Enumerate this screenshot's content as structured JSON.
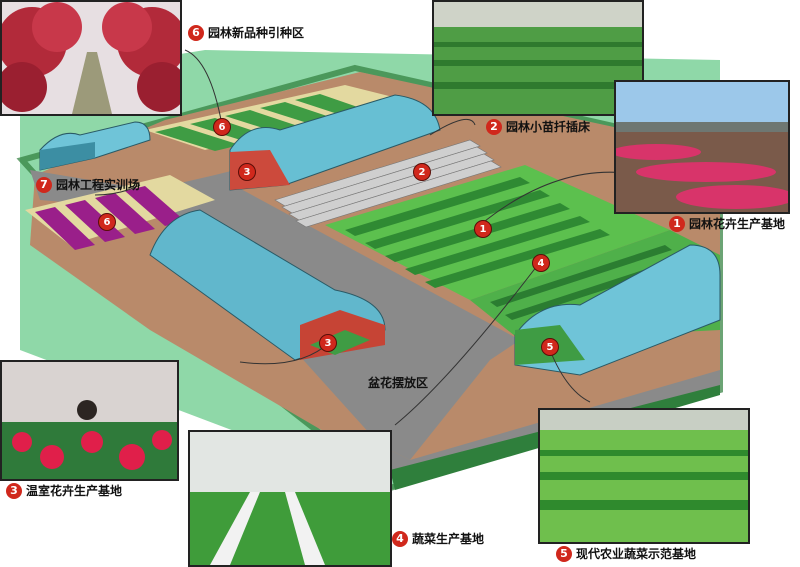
{
  "labels": {
    "l1": {
      "num": "1",
      "text": "园林花卉生产基地"
    },
    "l2": {
      "num": "2",
      "text": "园林小苗扦插床"
    },
    "l3": {
      "num": "3",
      "text": "温室花卉生产基地"
    },
    "l4": {
      "num": "4",
      "text": "蔬菜生产基地"
    },
    "l5": {
      "num": "5",
      "text": "现代农业蔬菜示范基地"
    },
    "l6": {
      "num": "6",
      "text": "园林新品种引种区"
    },
    "l7": {
      "num": "7",
      "text": "园林工程实训场"
    }
  },
  "markers": {
    "m1": "1",
    "m2": "2",
    "m3a": "3",
    "m3b": "3",
    "m4": "4",
    "m5": "5",
    "m6a": "6",
    "m6b": "6"
  },
  "area": {
    "potted": "盆花摆放区"
  },
  "colors": {
    "marker": "#d0281c",
    "lawn": "#8fd8a8",
    "ground": "#b98a6a",
    "road": "#8a8a8a",
    "field": "#4fb04a",
    "glass": "#58b6cc"
  }
}
